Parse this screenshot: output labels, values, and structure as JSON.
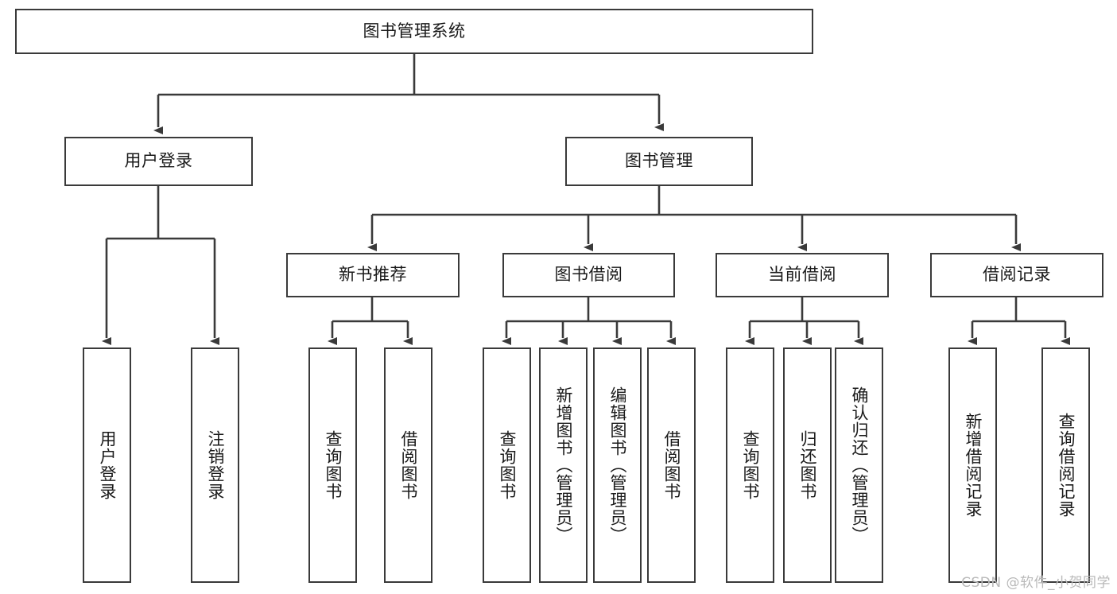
{
  "diagram": {
    "type": "tree-hierarchy",
    "title": "图书管理系统",
    "level2": [
      {
        "label": "用户登录"
      },
      {
        "label": "图书管理"
      }
    ],
    "level3": [
      {
        "label": "新书推荐"
      },
      {
        "label": "图书借阅"
      },
      {
        "label": "当前借阅"
      },
      {
        "label": "借阅记录"
      }
    ],
    "leaves": {
      "user_login": [
        {
          "label": "用户登录"
        },
        {
          "label": "注销登录"
        }
      ],
      "new_book_recommend": [
        {
          "label": "查询图书"
        },
        {
          "label": "借阅图书"
        }
      ],
      "book_borrow": [
        {
          "label": "查询图书"
        },
        {
          "label": "新增图书（管理员）"
        },
        {
          "label": "编辑图书（管理员）"
        },
        {
          "label": "借阅图书"
        }
      ],
      "current_borrow": [
        {
          "label": "查询图书"
        },
        {
          "label": "归还图书"
        },
        {
          "label": "确认归还（管理员）"
        }
      ],
      "borrow_record": [
        {
          "label": "新增借阅记录"
        },
        {
          "label": "查询借阅记录"
        }
      ]
    }
  },
  "watermark": {
    "text": "CSDN @软件_小贺同学"
  },
  "colors": {
    "stroke": "#3a3a3a",
    "background": "#ffffff",
    "text": "#1a1a1a",
    "watermark": "#b9b9b9"
  }
}
